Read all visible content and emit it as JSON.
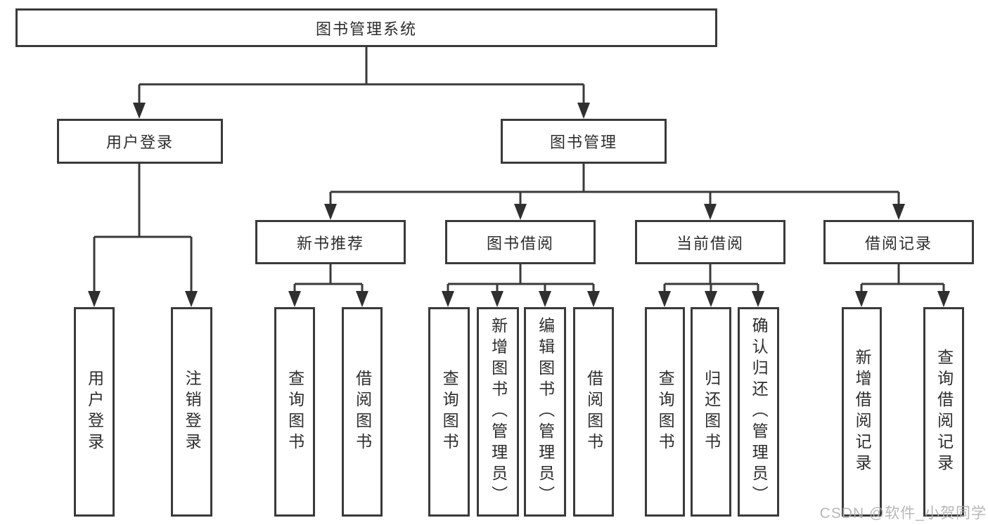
{
  "diagram": {
    "title": "图书管理系统",
    "watermark": "CSDN @软件_小贺同学",
    "colors": {
      "line": "#3a3a3a",
      "box_border": "#3a3a3a",
      "text": "#2d2d2d",
      "watermark": "#afafaf",
      "background": "#ffffff"
    },
    "nodes": {
      "root": {
        "label": "图书管理系统"
      },
      "login": {
        "label": "用户登录"
      },
      "mgmt": {
        "label": "图书管理"
      },
      "newbook": {
        "label": "新书推荐"
      },
      "borrow": {
        "label": "图书借阅"
      },
      "current": {
        "label": "当前借阅"
      },
      "record": {
        "label": "借阅记录"
      },
      "u1": {
        "label": "用户登录"
      },
      "u2": {
        "label": "注销登录"
      },
      "n1": {
        "label": "查询图书"
      },
      "n2": {
        "label": "借阅图书"
      },
      "b1": {
        "label": "查询图书"
      },
      "b2": {
        "label": "新增图书（管理员）"
      },
      "b3": {
        "label": "编辑图书（管理员）"
      },
      "b4": {
        "label": "借阅图书"
      },
      "c1": {
        "label": "查询图书"
      },
      "c2": {
        "label": "归还图书"
      },
      "c3": {
        "label": "确认归还（管理员）"
      },
      "r1": {
        "label": "新增借阅记录"
      },
      "r2": {
        "label": "查询借阅记录"
      }
    },
    "tree": {
      "root": "图书管理系统",
      "children": [
        {
          "label": "用户登录",
          "children": [
            "用户登录",
            "注销登录"
          ]
        },
        {
          "label": "图书管理",
          "children": [
            {
              "label": "新书推荐",
              "children": [
                "查询图书",
                "借阅图书"
              ]
            },
            {
              "label": "图书借阅",
              "children": [
                "查询图书",
                "新增图书（管理员）",
                "编辑图书（管理员）",
                "借阅图书"
              ]
            },
            {
              "label": "当前借阅",
              "children": [
                "查询图书",
                "归还图书",
                "确认归还（管理员）"
              ]
            },
            {
              "label": "借阅记录",
              "children": [
                "新增借阅记录",
                "查询借阅记录"
              ]
            }
          ]
        }
      ]
    }
  }
}
